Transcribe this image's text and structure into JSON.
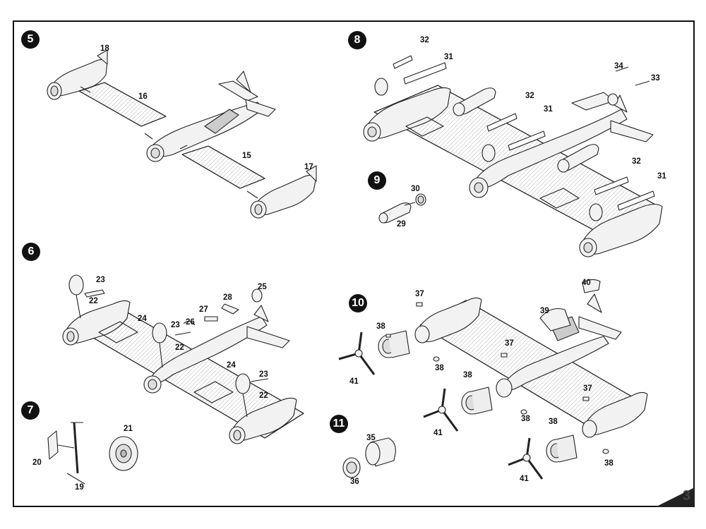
{
  "steps": [
    {
      "num": "5"
    },
    {
      "num": "6"
    },
    {
      "num": "7"
    },
    {
      "num": "8"
    },
    {
      "num": "9"
    },
    {
      "num": "10"
    },
    {
      "num": "11"
    }
  ],
  "parts": {
    "s5": [
      "18",
      "16",
      "15",
      "17"
    ],
    "s6": [
      "23",
      "22",
      "24",
      "23",
      "22",
      "26",
      "27",
      "28",
      "25",
      "24",
      "23",
      "22"
    ],
    "s7": [
      "21",
      "20",
      "19"
    ],
    "s8": [
      "32",
      "31",
      "32",
      "31",
      "34",
      "33",
      "32",
      "31"
    ],
    "s9": [
      "30",
      "29"
    ],
    "s10": [
      "37",
      "38",
      "38",
      "41",
      "40",
      "39",
      "37",
      "38",
      "38",
      "41",
      "37",
      "38",
      "38",
      "41"
    ],
    "s11": [
      "35",
      "36"
    ]
  },
  "page_number": "3"
}
